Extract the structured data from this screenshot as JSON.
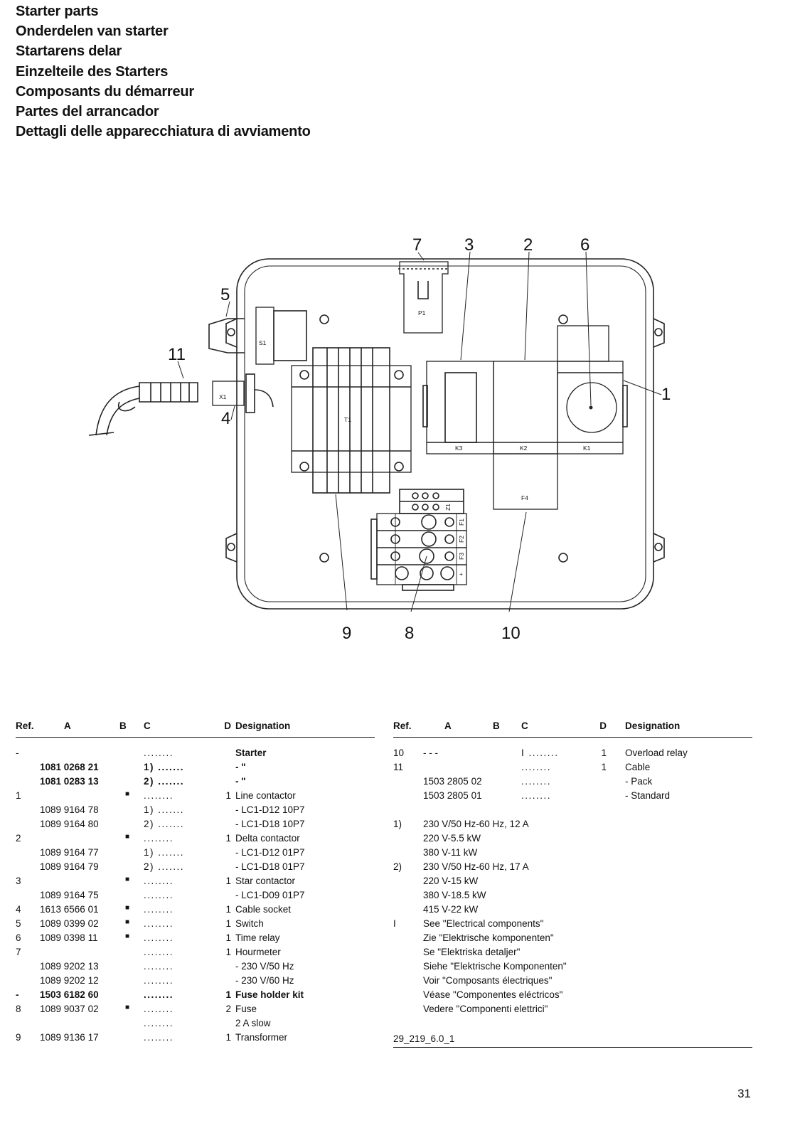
{
  "titles": [
    "Starter parts",
    "Onderdelen van starter",
    "Startarens delar",
    "Einzelteile des Starters",
    "Composants du démarreur",
    "Partes del arrancador",
    "Dettagli delle apparecchiatura di avviamento"
  ],
  "diagram": {
    "callouts": {
      "c1": "1",
      "c2": "2",
      "c3": "3",
      "c4": "4",
      "c5": "5",
      "c6": "6",
      "c7": "7",
      "c8": "8",
      "c9": "9",
      "c10": "10",
      "c11": "11"
    },
    "labels": {
      "p1": "P1",
      "s1": "S1",
      "x1": "X1",
      "t1": "T1",
      "k1": "K1",
      "k2": "K2",
      "k3": "K3",
      "f4": "F4",
      "z1": "Z1",
      "f1": "F1",
      "f2": "F2",
      "f3": "F3",
      "plus": "+"
    }
  },
  "table_left": {
    "headers": [
      "Ref.",
      "A",
      "B",
      "C",
      "D",
      "Designation"
    ],
    "rows": [
      {
        "ref": "-",
        "a": "",
        "b": "",
        "c": "........",
        "d": "",
        "des": "Starter",
        "bold": false,
        "boldDes": true
      },
      {
        "ref": "",
        "a": "1081 0268 21",
        "b": "",
        "c": "1) .......",
        "d": "",
        "des": "- \"",
        "bold": true
      },
      {
        "ref": "",
        "a": "1081 0283 13",
        "b": "",
        "c": "2) .......",
        "d": "",
        "des": "- \"",
        "bold": true
      },
      {
        "ref": "1",
        "a": "",
        "b": "■",
        "c": "........",
        "d": "1",
        "des": "Line contactor"
      },
      {
        "ref": "",
        "a": "1089 9164 78",
        "b": "",
        "c": "1) .......",
        "d": "",
        "des": "- LC1-D12 10P7"
      },
      {
        "ref": "",
        "a": "1089 9164 80",
        "b": "",
        "c": "2) .......",
        "d": "",
        "des": "- LC1-D18 10P7"
      },
      {
        "ref": "2",
        "a": "",
        "b": "■",
        "c": "........",
        "d": "1",
        "des": "Delta contactor"
      },
      {
        "ref": "",
        "a": "1089 9164 77",
        "b": "",
        "c": "1) .......",
        "d": "",
        "des": "- LC1-D12 01P7"
      },
      {
        "ref": "",
        "a": "1089 9164 79",
        "b": "",
        "c": "2) .......",
        "d": "",
        "des": "- LC1-D18 01P7"
      },
      {
        "ref": "3",
        "a": "",
        "b": "■",
        "c": "........",
        "d": "1",
        "des": "Star contactor"
      },
      {
        "ref": "",
        "a": "1089 9164 75",
        "b": "",
        "c": "........",
        "d": "",
        "des": "- LC1-D09 01P7"
      },
      {
        "ref": "4",
        "a": "1613 6566 01",
        "b": "■",
        "c": "........",
        "d": "1",
        "des": "Cable socket"
      },
      {
        "ref": "5",
        "a": "1089 0399 02",
        "b": "■",
        "c": "........",
        "d": "1",
        "des": "Switch"
      },
      {
        "ref": "6",
        "a": "1089 0398 11",
        "b": "■",
        "c": "........",
        "d": "1",
        "des": "Time relay"
      },
      {
        "ref": "7",
        "a": "",
        "b": "",
        "c": "........",
        "d": "1",
        "des": "Hourmeter"
      },
      {
        "ref": "",
        "a": "1089 9202 13",
        "b": "",
        "c": "........",
        "d": "",
        "des": "- 230 V/50 Hz"
      },
      {
        "ref": "",
        "a": "1089 9202 12",
        "b": "",
        "c": "........",
        "d": "",
        "des": "- 230 V/60 Hz"
      },
      {
        "ref": "-",
        "a": "1503 6182 60",
        "b": "",
        "c": "........",
        "d": "1",
        "des": "Fuse holder kit",
        "bold": true
      },
      {
        "ref": "8",
        "a": "1089 9037 02",
        "b": "■",
        "c": "........",
        "d": "2",
        "des": "Fuse"
      },
      {
        "ref": "",
        "a": "",
        "b": "",
        "c": "........",
        "d": "",
        "des": "2 A slow"
      },
      {
        "ref": "9",
        "a": "1089 9136 17",
        "b": "",
        "c": "........",
        "d": "1",
        "des": "Transformer"
      }
    ]
  },
  "table_right": {
    "headers": [
      "Ref.",
      "A",
      "B",
      "C",
      "D",
      "Designation"
    ],
    "rows": [
      {
        "ref": "10",
        "a": "- - -",
        "b": "",
        "c": "I ........",
        "d": "1",
        "des": "Overload relay"
      },
      {
        "ref": "11",
        "a": "",
        "b": "",
        "c": "........",
        "d": "1",
        "des": "Cable"
      },
      {
        "ref": "",
        "a": "1503 2805 02",
        "b": "",
        "c": "........",
        "d": "",
        "des": "- Pack"
      },
      {
        "ref": "",
        "a": "1503 2805 01",
        "b": "",
        "c": "........",
        "d": "",
        "des": "- Standard"
      }
    ],
    "notes": [
      {
        "ref": "1)",
        "text": "230 V/50 Hz-60 Hz, 12 A"
      },
      {
        "ref": "",
        "text": "220 V-5.5 kW"
      },
      {
        "ref": "",
        "text": "380 V-11 kW"
      },
      {
        "ref": "2)",
        "text": "230 V/50 Hz-60 Hz, 17 A"
      },
      {
        "ref": "",
        "text": "220 V-15 kW"
      },
      {
        "ref": "",
        "text": "380 V-18.5 kW"
      },
      {
        "ref": "",
        "text": "415 V-22 kW"
      },
      {
        "ref": "I",
        "text": "See \"Electrical components\""
      },
      {
        "ref": "",
        "text": "Zie \"Elektrische komponenten\""
      },
      {
        "ref": "",
        "text": "Se \"Elektriska detaljer\""
      },
      {
        "ref": "",
        "text": "Siehe \"Elektrische Komponenten\""
      },
      {
        "ref": "",
        "text": "Voir \"Composants électriques\""
      },
      {
        "ref": "",
        "text": "Véase \"Componentes eléctricos\""
      },
      {
        "ref": "",
        "text": "Vedere \"Componenti elettrici\""
      }
    ],
    "code": "29_219_6.0_1"
  },
  "page_number": "31"
}
